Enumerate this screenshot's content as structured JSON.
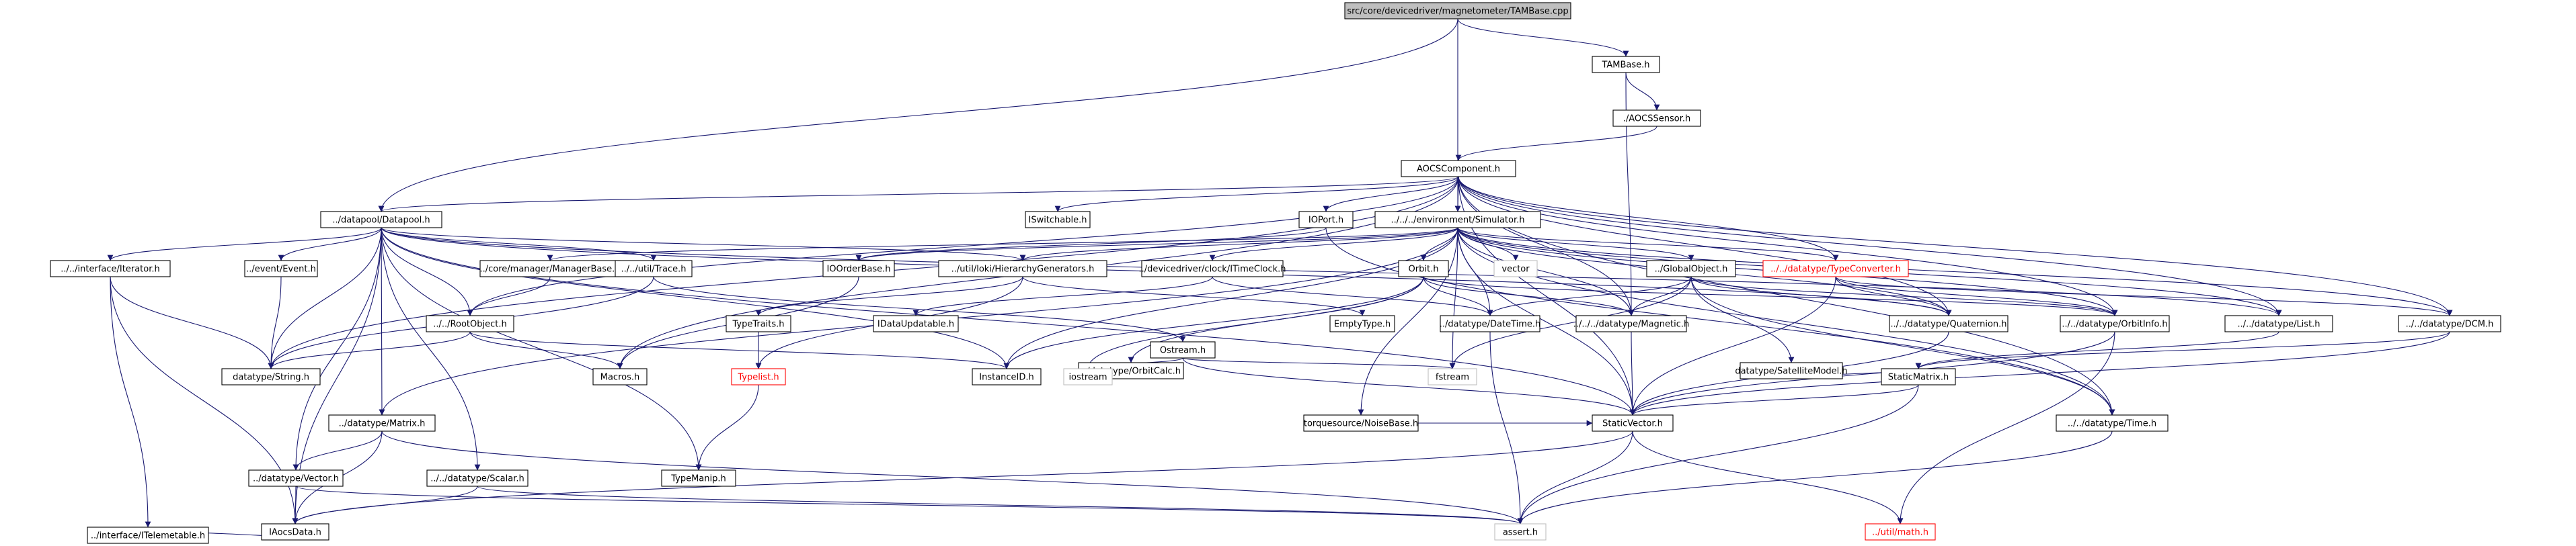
{
  "nodes": [
    {
      "id": "n0",
      "label": "src/core/devicedriver/magnetometer/TAMBase.cpp",
      "style": "root"
    },
    {
      "id": "n1",
      "label": "TAMBase.h"
    },
    {
      "id": "n2",
      "label": "./AOCSSensor.h"
    },
    {
      "id": "n3",
      "label": "AOCSComponent.h"
    },
    {
      "id": "n4",
      "label": "../datapool/Datapool.h"
    },
    {
      "id": "n5",
      "label": "IOPort.h"
    },
    {
      "id": "n6",
      "label": "ISwitchable.h"
    },
    {
      "id": "n7",
      "label": "../../../environment/Simulator.h"
    },
    {
      "id": "n8",
      "label": "../../interface/Iterator.h"
    },
    {
      "id": "n9",
      "label": "../event/Event.h"
    },
    {
      "id": "n10",
      "label": "../core/manager/ManagerBase.h"
    },
    {
      "id": "n11",
      "label": "../../util/Trace.h"
    },
    {
      "id": "n12",
      "label": "IOOrderBase.h"
    },
    {
      "id": "n13",
      "label": "../util/loki/HierarchyGenerators.h"
    },
    {
      "id": "n14",
      "label": "../devicedriver/clock/ITimeClock.h"
    },
    {
      "id": "n15",
      "label": "Orbit.h"
    },
    {
      "id": "n16",
      "label": "vector",
      "style": "ghost"
    },
    {
      "id": "n17",
      "label": "../GlobalObject.h"
    },
    {
      "id": "n18",
      "label": "../../datatype/TypeConverter.h",
      "style": "red"
    },
    {
      "id": "n19",
      "label": "../../RootObject.h"
    },
    {
      "id": "n20",
      "label": "TypeTraits.h"
    },
    {
      "id": "n21",
      "label": "IDataUpdatable.h"
    },
    {
      "id": "n22",
      "label": "../datatype/DateTime.h"
    },
    {
      "id": "n23",
      "label": "EmptyType.h"
    },
    {
      "id": "n24",
      "label": "../../../datatype/Magnetic.h"
    },
    {
      "id": "n25",
      "label": "datatype/SatelliteModel.h"
    },
    {
      "id": "n26",
      "label": "../../datatype/Quaternion.h"
    },
    {
      "id": "n27",
      "label": "../../datatype/OrbitInfo.h"
    },
    {
      "id": "n28",
      "label": "../../datatype/List.h"
    },
    {
      "id": "n29",
      "label": "../../datatype/DCM.h"
    },
    {
      "id": "n30",
      "label": "../datatype/OrbitCalc.h"
    },
    {
      "id": "n31",
      "label": "datatype/String.h"
    },
    {
      "id": "n32",
      "label": "Macros.h"
    },
    {
      "id": "n33",
      "label": "../datatype/Matrix.h"
    },
    {
      "id": "n34",
      "label": "Typelist.h",
      "style": "red"
    },
    {
      "id": "n35",
      "label": "Ostream.h"
    },
    {
      "id": "n36",
      "label": "InstanceID.h"
    },
    {
      "id": "n37",
      "label": "iostream",
      "style": "ghost"
    },
    {
      "id": "n38",
      "label": "torquesource/NoiseBase.h"
    },
    {
      "id": "n39",
      "label": "fstream",
      "style": "ghost"
    },
    {
      "id": "n40",
      "label": "StaticMatrix.h"
    },
    {
      "id": "n41",
      "label": "../../datatype/Time.h"
    },
    {
      "id": "n42",
      "label": "../datatype/Vector.h"
    },
    {
      "id": "n43",
      "label": "../../datatype/Scalar.h"
    },
    {
      "id": "n44",
      "label": "TypeManip.h"
    },
    {
      "id": "n45",
      "label": "StaticVector.h"
    },
    {
      "id": "n46",
      "label": "IAocsData.h"
    },
    {
      "id": "n47",
      "label": "assert.h",
      "style": "ghost"
    },
    {
      "id": "n48",
      "label": "../util/math.h",
      "style": "red"
    },
    {
      "id": "n49",
      "label": "../interface/ITelemetable.h"
    }
  ],
  "edges": [
    [
      "n0",
      "n1"
    ],
    [
      "n0",
      "n4"
    ],
    [
      "n0",
      "n7"
    ],
    [
      "n1",
      "n2"
    ],
    [
      "n1",
      "n24"
    ],
    [
      "n2",
      "n3"
    ],
    [
      "n3",
      "n4"
    ],
    [
      "n3",
      "n5"
    ],
    [
      "n3",
      "n6"
    ],
    [
      "n3",
      "n7"
    ],
    [
      "n3",
      "n18"
    ],
    [
      "n3",
      "n26"
    ],
    [
      "n3",
      "n27"
    ],
    [
      "n3",
      "n28"
    ],
    [
      "n3",
      "n29"
    ],
    [
      "n3",
      "n24"
    ],
    [
      "n3",
      "n31"
    ],
    [
      "n3",
      "n32"
    ],
    [
      "n3",
      "n45"
    ],
    [
      "n3",
      "n41"
    ],
    [
      "n3",
      "n19"
    ],
    [
      "n4",
      "n8"
    ],
    [
      "n4",
      "n9"
    ],
    [
      "n4",
      "n11"
    ],
    [
      "n4",
      "n19"
    ],
    [
      "n4",
      "n31"
    ],
    [
      "n4",
      "n46"
    ],
    [
      "n4",
      "n33"
    ],
    [
      "n4",
      "n42"
    ],
    [
      "n4",
      "n43"
    ],
    [
      "n4",
      "n44"
    ],
    [
      "n4",
      "n45"
    ],
    [
      "n4",
      "n36"
    ],
    [
      "n4",
      "n13"
    ],
    [
      "n4",
      "n28"
    ],
    [
      "n4",
      "n26"
    ],
    [
      "n5",
      "n12"
    ],
    [
      "n5",
      "n41"
    ],
    [
      "n7",
      "n10"
    ],
    [
      "n7",
      "n12"
    ],
    [
      "n7",
      "n13"
    ],
    [
      "n7",
      "n14"
    ],
    [
      "n7",
      "n15"
    ],
    [
      "n7",
      "n16"
    ],
    [
      "n7",
      "n17"
    ],
    [
      "n7",
      "n18"
    ],
    [
      "n7",
      "n22"
    ],
    [
      "n7",
      "n24"
    ],
    [
      "n7",
      "n26"
    ],
    [
      "n7",
      "n27"
    ],
    [
      "n7",
      "n28"
    ],
    [
      "n7",
      "n29"
    ],
    [
      "n7",
      "n36"
    ],
    [
      "n7",
      "n38"
    ],
    [
      "n7",
      "n39"
    ],
    [
      "n7",
      "n41"
    ],
    [
      "n7",
      "n45"
    ],
    [
      "n7",
      "n33"
    ],
    [
      "n8",
      "n46"
    ],
    [
      "n8",
      "n49"
    ],
    [
      "n8",
      "n31"
    ],
    [
      "n9",
      "n31"
    ],
    [
      "n10",
      "n19"
    ],
    [
      "n11",
      "n31"
    ],
    [
      "n11",
      "n35"
    ],
    [
      "n12",
      "n32"
    ],
    [
      "n13",
      "n20"
    ],
    [
      "n13",
      "n23"
    ],
    [
      "n13",
      "n34"
    ],
    [
      "n14",
      "n21"
    ],
    [
      "n14",
      "n22"
    ],
    [
      "n15",
      "n22"
    ],
    [
      "n15",
      "n24"
    ],
    [
      "n15",
      "n27"
    ],
    [
      "n15",
      "n30"
    ],
    [
      "n15",
      "n36"
    ],
    [
      "n15",
      "n37"
    ],
    [
      "n17",
      "n22"
    ],
    [
      "n17",
      "n24"
    ],
    [
      "n17",
      "n25"
    ],
    [
      "n17",
      "n26"
    ],
    [
      "n17",
      "n27"
    ],
    [
      "n17",
      "n39"
    ],
    [
      "n17",
      "n41"
    ],
    [
      "n18",
      "n26"
    ],
    [
      "n18",
      "n27"
    ],
    [
      "n18",
      "n29"
    ],
    [
      "n18",
      "n45"
    ],
    [
      "n19",
      "n31"
    ],
    [
      "n19",
      "n32"
    ],
    [
      "n19",
      "n36"
    ],
    [
      "n20",
      "n34"
    ],
    [
      "n22",
      "n47"
    ],
    [
      "n24",
      "n45"
    ],
    [
      "n25",
      "n40"
    ],
    [
      "n26",
      "n45"
    ],
    [
      "n27",
      "n48"
    ],
    [
      "n27",
      "n45"
    ],
    [
      "n28",
      "n40"
    ],
    [
      "n29",
      "n40"
    ],
    [
      "n29",
      "n45"
    ],
    [
      "n33",
      "n42"
    ],
    [
      "n33",
      "n46"
    ],
    [
      "n33",
      "n47"
    ],
    [
      "n34",
      "n44"
    ],
    [
      "n35",
      "n37"
    ],
    [
      "n35",
      "n39"
    ],
    [
      "n35",
      "n45"
    ],
    [
      "n38",
      "n45"
    ],
    [
      "n40",
      "n45"
    ],
    [
      "n40",
      "n47"
    ],
    [
      "n41",
      "n47"
    ],
    [
      "n42",
      "n46"
    ],
    [
      "n42",
      "n47"
    ],
    [
      "n43",
      "n46"
    ],
    [
      "n43",
      "n47"
    ],
    [
      "n45",
      "n46"
    ],
    [
      "n45",
      "n47"
    ],
    [
      "n45",
      "n48"
    ],
    [
      "n46",
      "n49"
    ]
  ]
}
